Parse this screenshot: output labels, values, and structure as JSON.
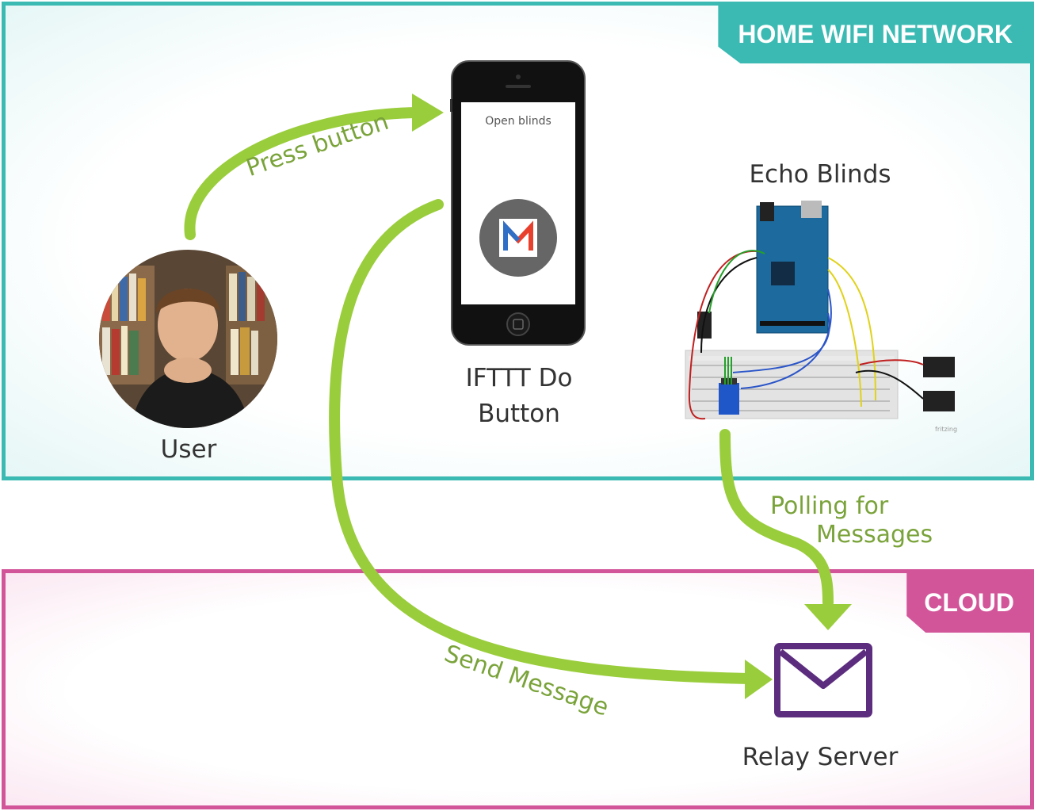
{
  "zones": {
    "home": {
      "tag": "HOME WIFI NETWORK",
      "color": "#3bbab3"
    },
    "cloud": {
      "tag": "CLOUD",
      "color": "#d2559a"
    }
  },
  "nodes": {
    "user": {
      "label": "User",
      "icon": "user-photo"
    },
    "phone": {
      "label_line1": "IFTTT Do",
      "label_line2": "Button",
      "screen_text": "Open blinds",
      "app_icon": "maker-m-icon"
    },
    "blinds": {
      "label": "Echo Blinds",
      "watermark": "fritzing",
      "icon": "arduino-breadboard"
    },
    "relay": {
      "label": "Relay Server",
      "icon": "envelope-icon"
    }
  },
  "edges": {
    "press": "Press button",
    "send": "Send Message",
    "polling_line1": "Polling for",
    "polling_line2": "Messages"
  },
  "colors": {
    "arrow": "#9acd3c",
    "arrow_text": "#7aa33a",
    "envelope": "#5c2d7e"
  }
}
